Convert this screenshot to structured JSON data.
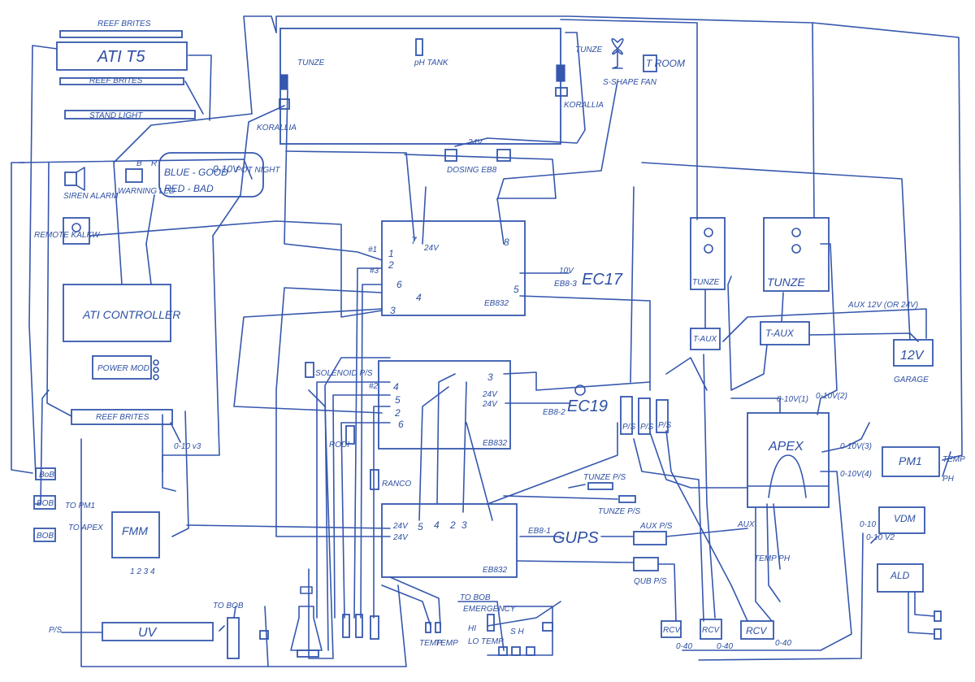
{
  "labels": {
    "reef_brites_top": "REEF BRITES",
    "ati_t5": "ATI T5",
    "reef_brites_2": "REEF BRITES",
    "stand_light": "STAND LIGHT",
    "siren_alarm": "SIREN ALARM",
    "warning_led": "WARNING LED",
    "b": "B",
    "r": "R",
    "blue_good": "BLUE - GOOD",
    "red_bad": "RED - BAD",
    "zero_10v": "0-10V",
    "pot_night": "POT NIGHT",
    "remote_kalkwasser": "REMOTE KALKW",
    "ati_controller": "ATI CONTROLLER",
    "power_module": "POWER MOD",
    "reef_brites_3": "REEF BRITES",
    "zero_10v_2": "0-10 v3",
    "bob1": "BoB",
    "bob2": "BOB",
    "bob2_note": "TO PM1",
    "bob3": "BOB",
    "bob3_note": "TO APEX",
    "fmm": "FMM",
    "fmm_ports": "1 2 3 4",
    "ps_left": "P/S",
    "uv": "UV",
    "to_bob_left": "TO BOB",
    "tunze_tank": "TUNZE",
    "korallia_tank": "KORALLIA",
    "ph_tank": "pH TANK",
    "tunze_right": "TUNZE",
    "korallia_right": "KORALLIA",
    "s_shape_fan": "S-SHAPE FAN",
    "t_room": "T ROOM",
    "v24_top": "24V",
    "dosing_eb8": "DOSING EB8",
    "hash1": "#1",
    "hash3": "#3",
    "p1": "1",
    "p2": "2",
    "p6": "6",
    "p4": "4",
    "p3": "3",
    "p7": "7",
    "p24v_a": "24V",
    "p8": "8",
    "p5": "5",
    "eb832_1": "EB832",
    "v10_label": "10V",
    "eb8_3": "EB8-3",
    "ec17": "EC17",
    "solenoid_ps": "SOLENOID P/S",
    "hash2": "#2",
    "q4": "4",
    "q5": "5",
    "q2": "2",
    "q6": "6",
    "q3": "3",
    "q24v_a": "24V",
    "q24v_b": "24V",
    "eb832_2": "EB832",
    "eb8_2": "EB8-2",
    "ec19": "EC19",
    "ps1": "P/S",
    "ps2": "P/S",
    "ps3": "P/S",
    "rodi": "RODI",
    "ranco": "RANCO",
    "tunze_ps1": "TUNZE P/S",
    "tunze_ps2": "TUNZE P/S",
    "r5": "5",
    "r4": "4",
    "r2": "2",
    "r3": "3",
    "r24v_a": "24V",
    "r24v_b": "24V",
    "eb8_1": "EB8-1",
    "gups": "GUPS",
    "aux_ps": "AUX P/S",
    "eb832_3": "EB832",
    "qub_ps": "QUB P/S",
    "tunze_box1": "TUNZE",
    "tunze_box2": "TUNZE",
    "t_aux1": "T-AUX",
    "t_aux2": "T-AUX",
    "aux_12v": "AUX 12V (OR 24V)",
    "v12": "12V",
    "garage": "GARAGE",
    "v010_1": "0-10V(1)",
    "v010_2": "0-10V(2)",
    "apex": "APEX",
    "v010_3": "0-10V(3)",
    "v010_4": "0-10V(4)",
    "pm1": "PM1",
    "temp_right": "TEMP",
    "ph_right": "PH",
    "vdm": "VDM",
    "v010_vdm1": "0-10",
    "v010_vdm2": "0-10 V2",
    "ald": "ALD",
    "aux_small": "AUX",
    "temp_ph_apex": "TEMP PH",
    "rcv_a": "RCV",
    "rcv_b": "RCV",
    "rcv_c": "RCV",
    "o40_a": "0-40",
    "o40_b": "0-40",
    "o40_c": "0-40",
    "to_bob_mid": "TO BOB",
    "sw_emergency": "EMERGENCY",
    "sw_hi": "HI",
    "sw_lo": "LO",
    "temp_mid": "TEMP",
    "temp_b1": "TEMP",
    "temp_b2": "TEMP",
    "s_h": "S H"
  }
}
